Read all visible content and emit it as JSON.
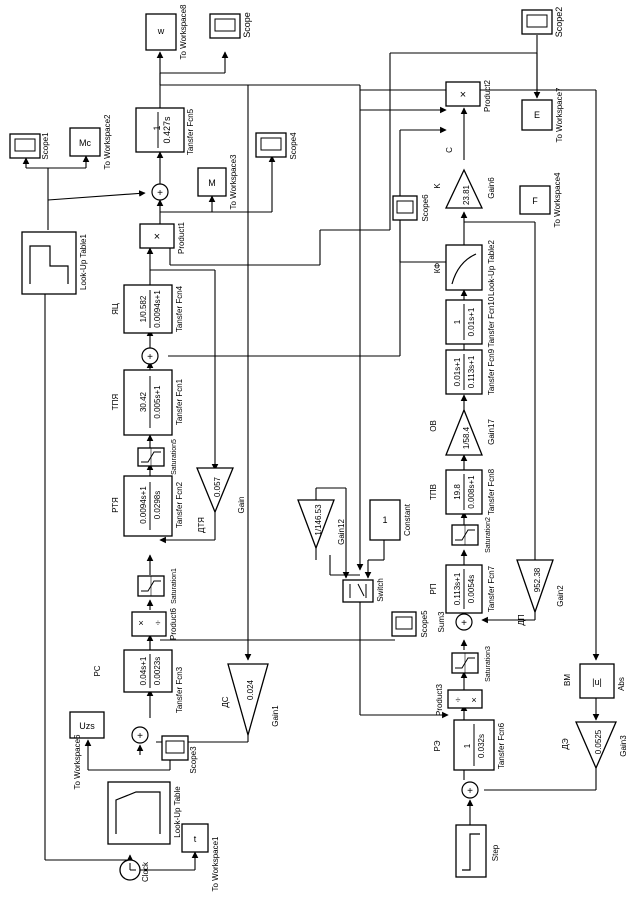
{
  "blocks": {
    "scope": {
      "name": "Scope"
    },
    "w": {
      "text": "w",
      "name": "To Workspace8"
    },
    "scope2": {
      "name": "Scope2"
    },
    "e": {
      "text": "E",
      "name": "To Workspace7"
    },
    "tf5": {
      "num": "1",
      "den": "0.427s",
      "name": "Tansfer Fcn5"
    },
    "scope1": {
      "name": "Scope1"
    },
    "mc": {
      "text": "Mc",
      "name": "To Workspace2"
    },
    "m": {
      "text": "M",
      "name": "To Workspace3"
    },
    "scope4": {
      "name": "Scope4"
    },
    "product2": {
      "name": "Product2",
      "sym": "×"
    },
    "c_sig": {
      "text": "C"
    },
    "gain6": {
      "value": "23.81",
      "name": "Gain6",
      "label": "K"
    },
    "scope6": {
      "name": "Scope6"
    },
    "f": {
      "text": "F",
      "name": "To Workspace4"
    },
    "product1": {
      "name": "Product1",
      "sym": "×"
    },
    "lut1": {
      "name": "Look-Up Table1"
    },
    "tf4": {
      "num": "1/0.582",
      "den": "0.0094s+1",
      "name": "Tansfer Fcn4",
      "label": "ЯЦ"
    },
    "lut2": {
      "name": "Look-Up Table2",
      "label": "КФ"
    },
    "tf10": {
      "num": "1",
      "den": "0.01s+1",
      "name": "Tansfer Fcn10"
    },
    "tf1": {
      "num": "30.42",
      "den": "0.005s+1",
      "name": "Tansfer Fcn1",
      "label": "ТПЯ"
    },
    "tf9": {
      "num": "0.01s+1",
      "den": "0.113s+1",
      "name": "Tansfer Fcn9"
    },
    "gain17": {
      "value": "1/58.4",
      "name": "Gain17",
      "label": "ОВ"
    },
    "saturation5": {
      "name": "Saturation5"
    },
    "tf2": {
      "num": "0.0094s+1",
      "den": "0.0298s",
      "name": "Tansfer Fcn2",
      "label": "РТЯ"
    },
    "gain_dtya": {
      "value": "0.057",
      "name": "Gain",
      "label": "ДТЯ"
    },
    "tf8": {
      "num": "19.8",
      "den": "0.008s+1",
      "name": "Tansfer Fcn8",
      "label": "ТПВ"
    },
    "saturation2": {
      "name": "Saturation2"
    },
    "gain12": {
      "value": "1/146.53",
      "name": "Gain12"
    },
    "constant": {
      "value": "1",
      "name": "Constant"
    },
    "saturation1": {
      "name": "Saturation1"
    },
    "tf7": {
      "num": "0.113s+1",
      "den": "0.0054s",
      "name": "Tansfer Fcn7",
      "label": "РП"
    },
    "gain2": {
      "value": "952.38",
      "name": "Gain2",
      "label": "ДП"
    },
    "switch": {
      "name": "Switch"
    },
    "product6": {
      "name": "Product6"
    },
    "scope5": {
      "name": "Scope5"
    },
    "sum3": {
      "name": "Sum3"
    },
    "tf3": {
      "num": "0.04s+1",
      "den": "0.0023s",
      "name": "Tansfer Fcn3",
      "label": "РС"
    },
    "gain1": {
      "value": "0.024",
      "name": "Gain1",
      "label": "ДС"
    },
    "saturation3": {
      "name": "Saturation3"
    },
    "product3": {
      "name": "Product3"
    },
    "bm": {
      "value": "|u|",
      "name": "Abs",
      "label": "ВМ"
    },
    "uzs": {
      "text": "Uzs",
      "name": "To Workspace6"
    },
    "scope3": {
      "name": "Scope3"
    },
    "tf6": {
      "num": "1",
      "den": "0.032s",
      "name": "Tansfer Fcn6",
      "label": "РЭ"
    },
    "gain3": {
      "value": "0.0525",
      "name": "Gain3",
      "label": "ДЭ"
    },
    "lut": {
      "name": "Look-Up Table"
    },
    "step": {
      "name": "Step"
    },
    "clock": {
      "name": "Clock"
    },
    "t": {
      "text": "t",
      "name": "To Workspace1"
    }
  }
}
